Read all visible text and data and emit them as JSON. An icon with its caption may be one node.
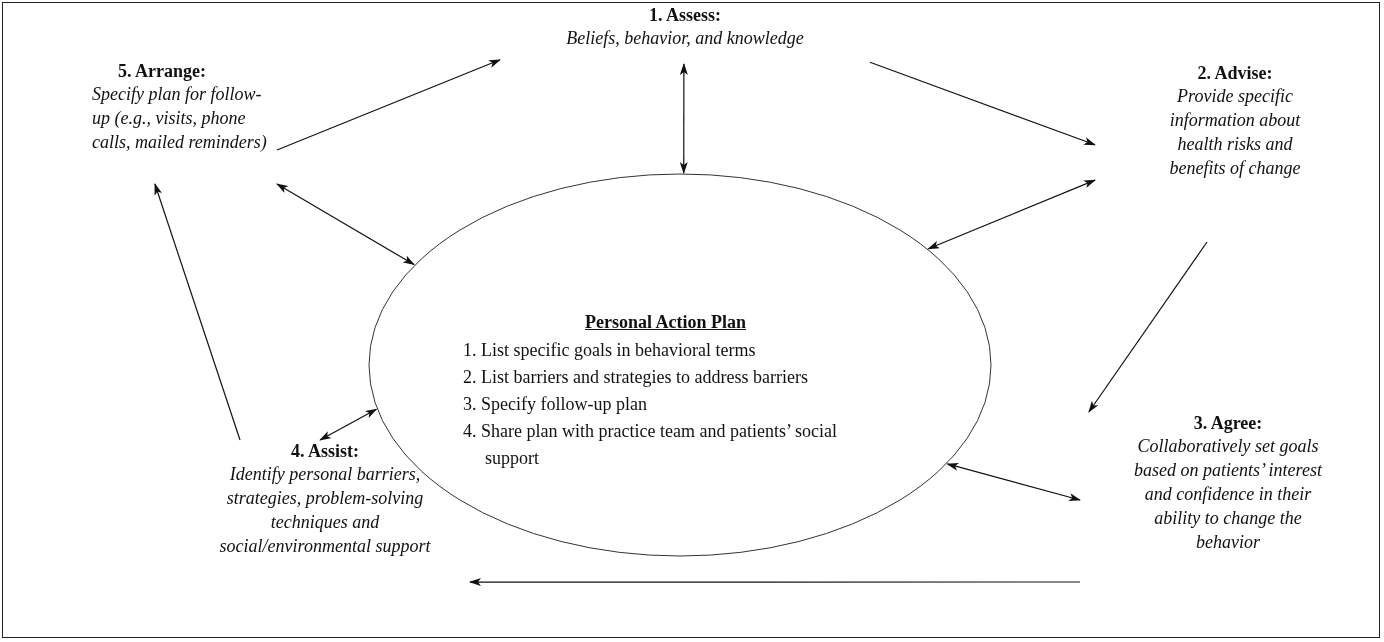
{
  "diagram": {
    "nodes": [
      {
        "text": [
          "Personal Action Plan",
          "1. List specific goals in behavioral terms",
          "2. List barriers and strategies to address barriers",
          "3. Specify follow-up plan",
          "4. Share plan with practice team and patients’ social support"
        ]
      },
      {
        "text": [
          "1. Assess:",
          "Beliefs, behavior, and knowledge"
        ]
      },
      {
        "text": [
          "2. Advise:",
          "Provide specific information about health risks and benefits of change"
        ]
      },
      {
        "text": [
          "3. Agree:",
          "Collaboratively set goals based on patients’ interest and confidence in their ability to change the behavior"
        ]
      },
      {
        "text": [
          "4. Assist:",
          "Identify personal barriers, strategies, problem-solving techniques and social/environmental support"
        ]
      },
      {
        "text": [
          "5. Arrange:",
          "Specify plan for follow-up (e.g., visits, phone calls, mailed reminders)"
        ]
      }
    ],
    "edges": [
      {
        "from": 1,
        "to": 2,
        "arrow": "to"
      },
      {
        "from": 2,
        "to": 3,
        "arrow": "to"
      },
      {
        "from": 3,
        "to": 4,
        "arrow": "to"
      },
      {
        "from": 4,
        "to": 5,
        "arrow": "to"
      },
      {
        "from": 5,
        "to": 1,
        "arrow": "to"
      },
      {
        "from": 1,
        "to": 0,
        "arrow": "both"
      },
      {
        "from": 2,
        "to": 0,
        "arrow": "both"
      },
      {
        "from": 3,
        "to": 0,
        "arrow": "both"
      },
      {
        "from": 4,
        "to": 0,
        "arrow": "both"
      },
      {
        "from": 5,
        "to": 0,
        "arrow": "both"
      }
    ]
  }
}
